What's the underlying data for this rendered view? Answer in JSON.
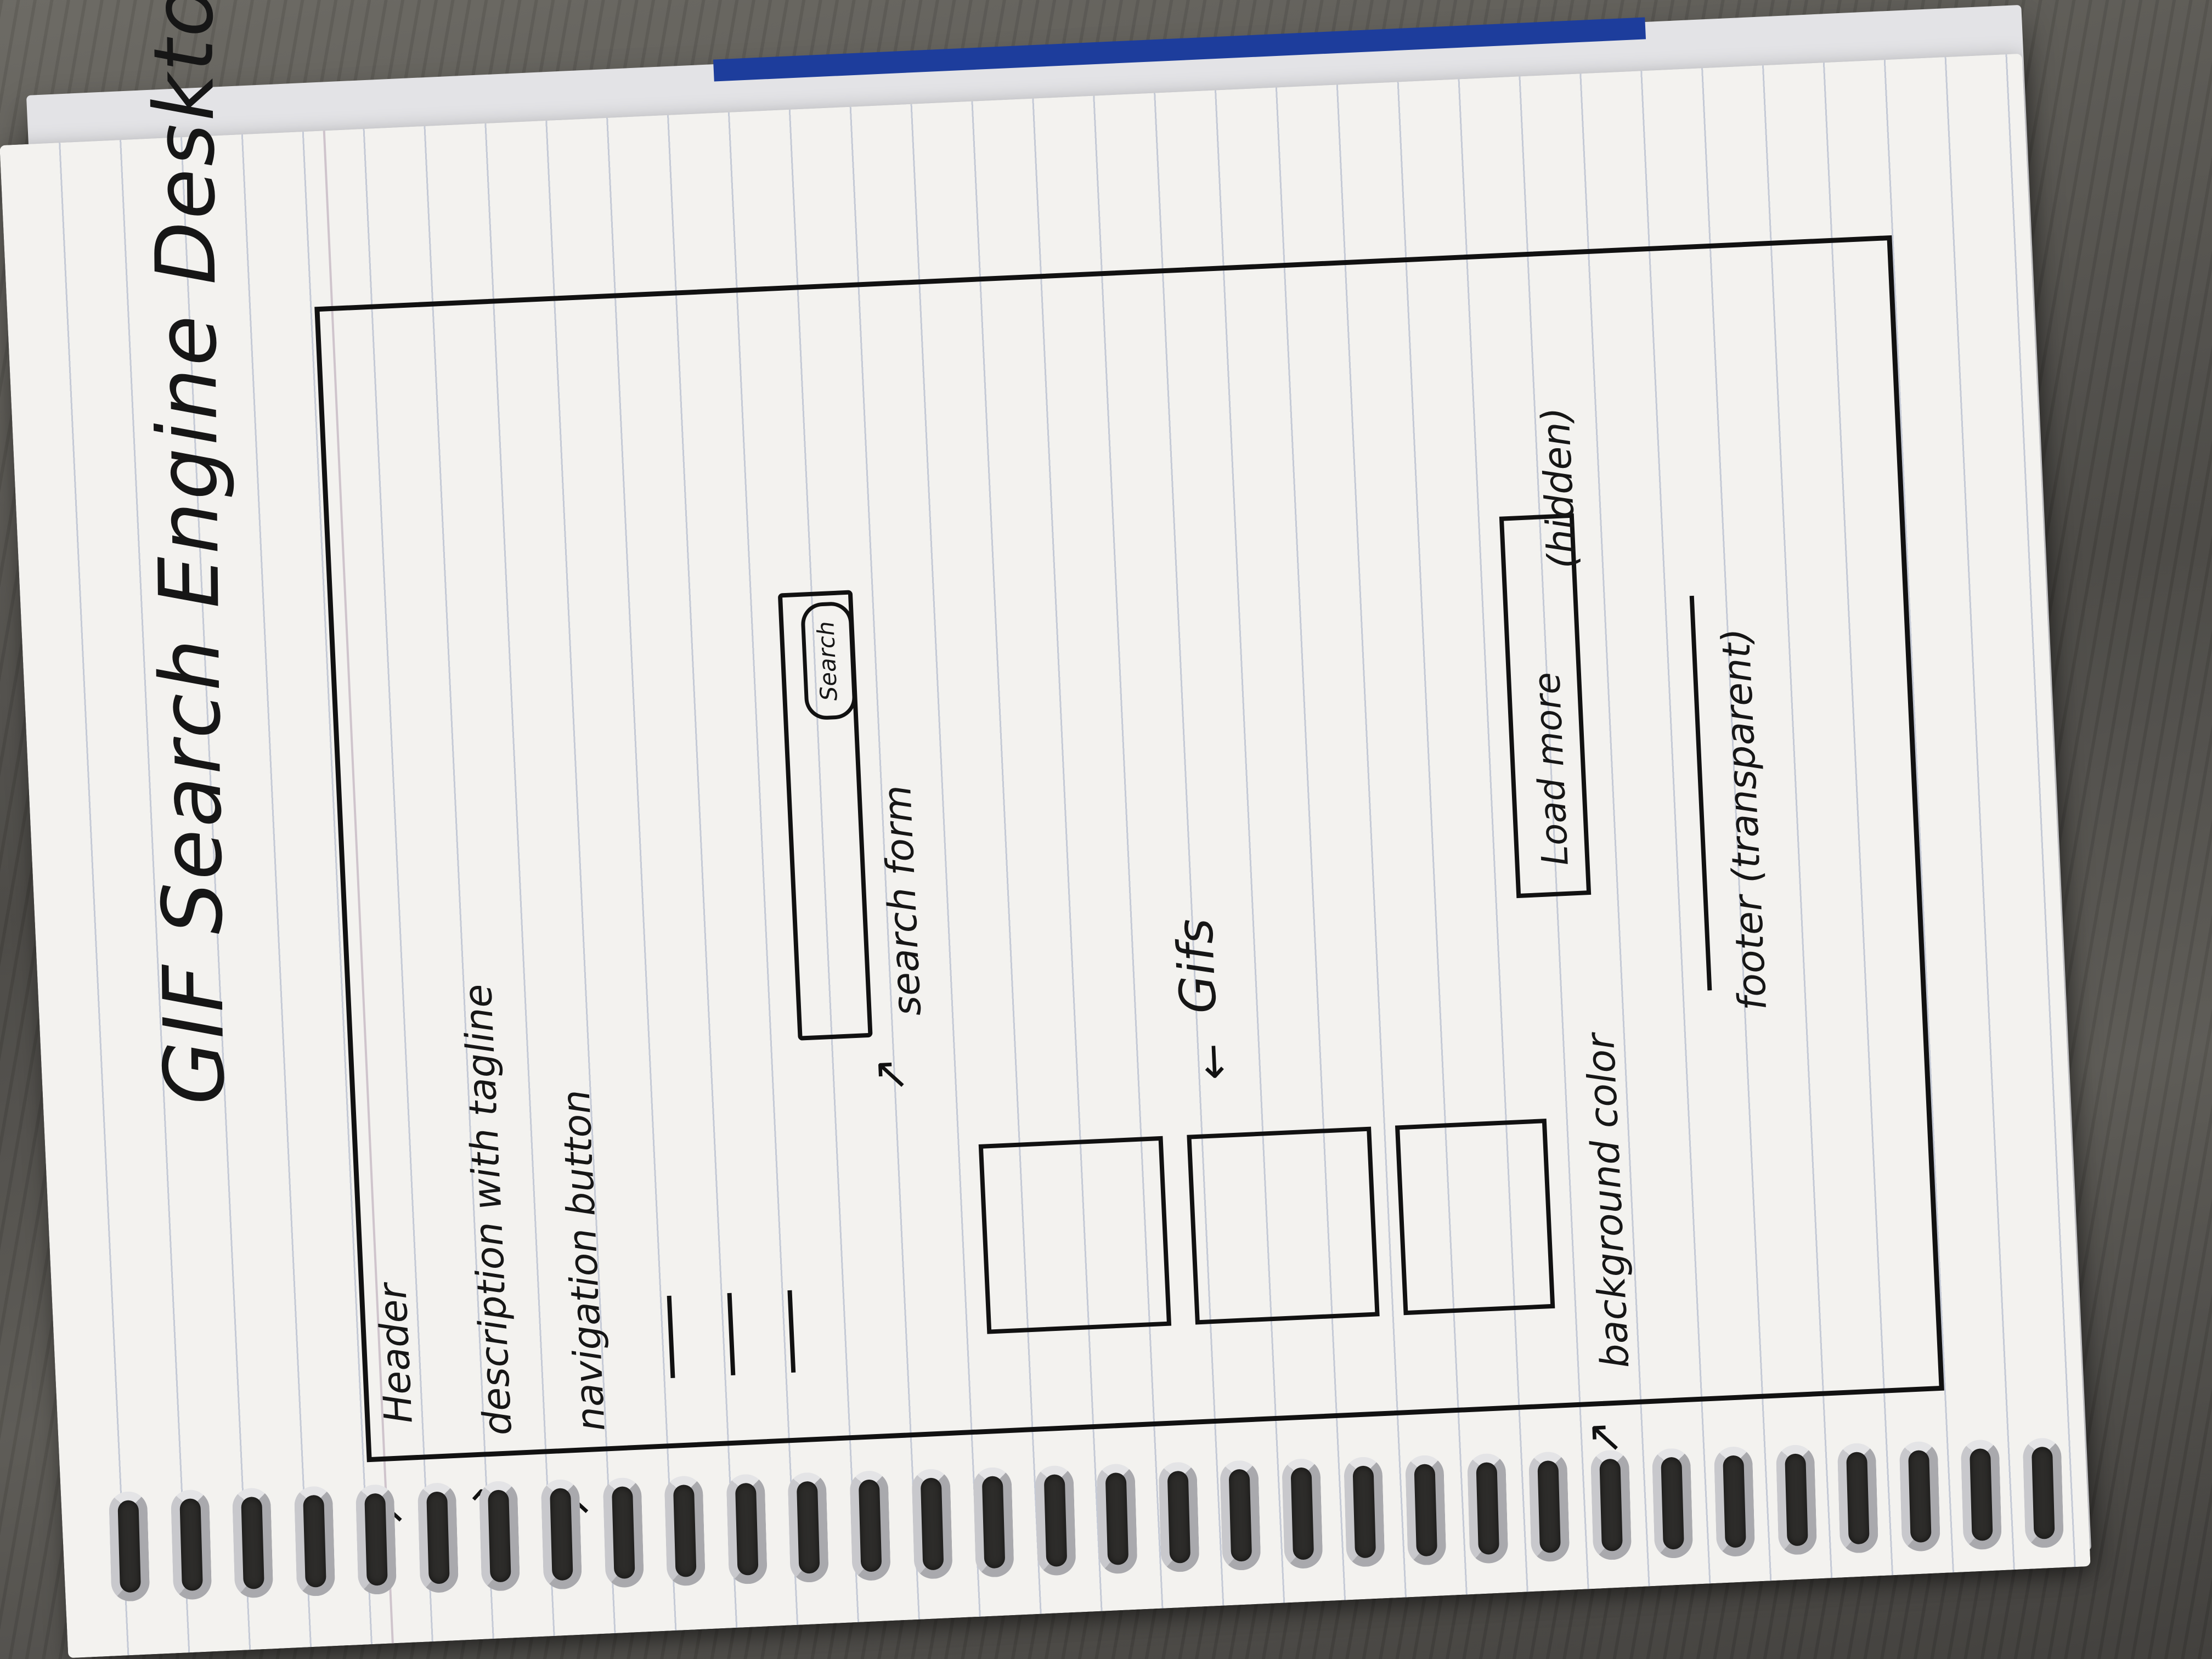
{
  "sketch": {
    "title": "GIF Search Engine Desktop Wireframe",
    "labels": {
      "header": "Header",
      "description": "description with tagline",
      "navigation": "navigation button",
      "search_form": "search form",
      "search_button": "Search",
      "gifs": "Gifs",
      "load_more": "Load more",
      "hidden": "(hidden)",
      "background": "background color",
      "footer": "footer (transparent)"
    }
  },
  "colors": {
    "ink": "#161616",
    "paper": "#f3f2ef",
    "rule_line": "#c5cad6",
    "cover_blue": "#1d3d9c",
    "desk": "#55534f"
  }
}
